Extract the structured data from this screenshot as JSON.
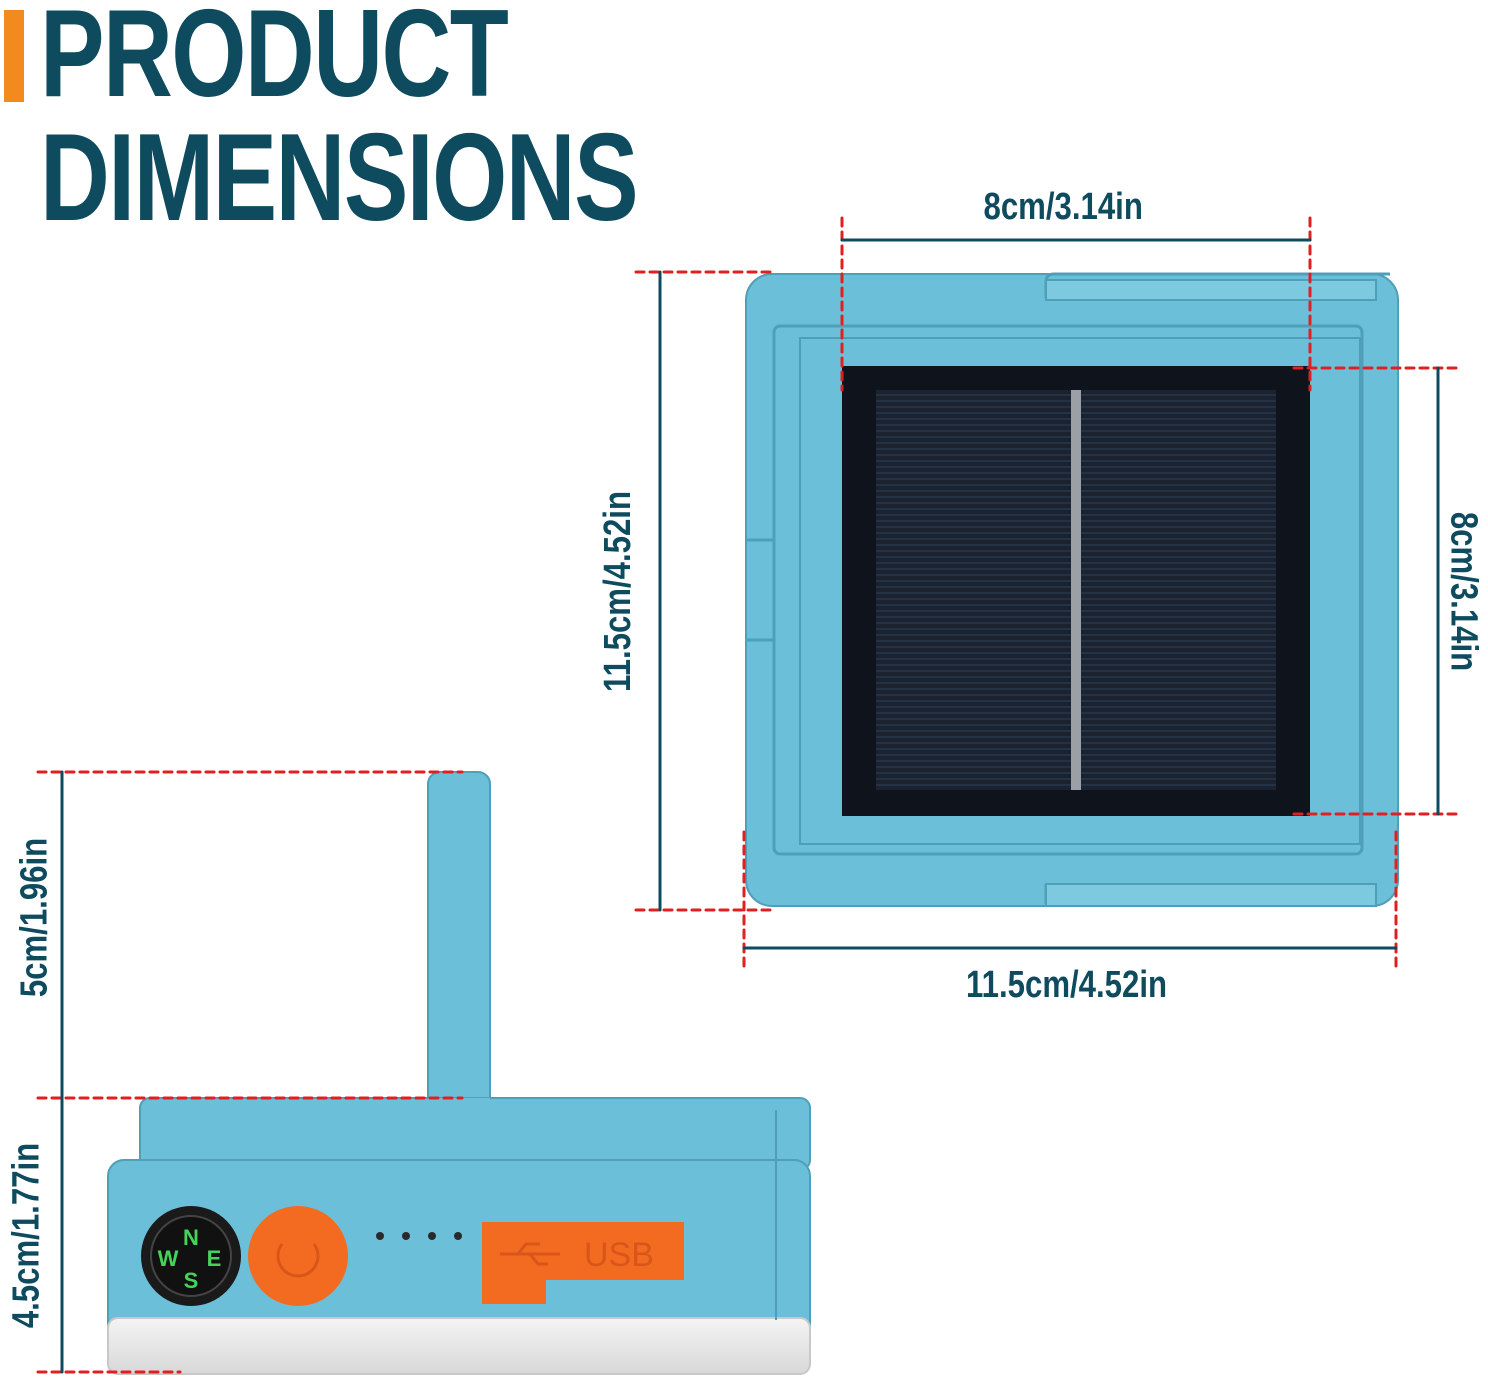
{
  "title": {
    "line1": "PRODUCT",
    "line2": "DIMENSIONS"
  },
  "dimensions": {
    "panel_cell_width": "8cm/3.14in",
    "panel_total_height": "11.5cm/4.52in",
    "panel_cell_height": "8cm/3.14in",
    "panel_total_width": "11.5cm/4.52in",
    "handle_height": "5cm/1.96in",
    "body_height": "4.5cm/1.77in"
  },
  "device": {
    "port_label": "USB",
    "compass_letters": [
      "N",
      "E",
      "S",
      "W"
    ]
  },
  "colors": {
    "accent": "#f28a1e",
    "title": "#0f4b5f",
    "device_blue": "#6cbfd8",
    "dimension_line": "#e02020",
    "orange_parts": "#f26b21"
  }
}
